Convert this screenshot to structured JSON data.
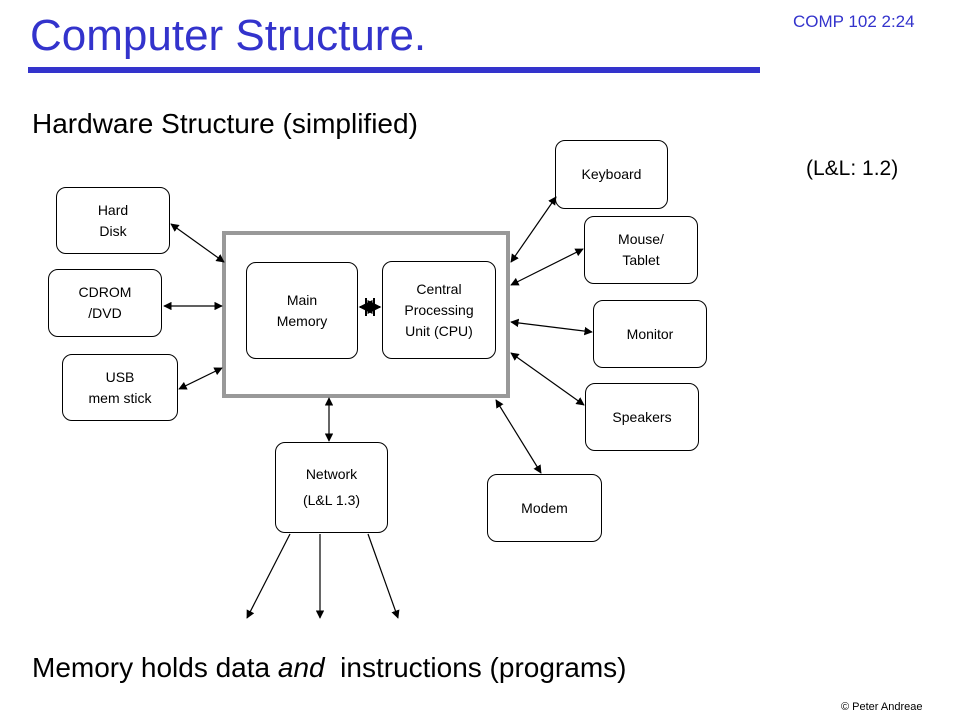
{
  "header": {
    "title": "Computer Structure.",
    "course_code": "COMP 102  2:24"
  },
  "subtitle": "Hardware Structure (simplified)",
  "reference": "(L&L: 1.2)",
  "diagram": {
    "hard_disk": "Hard\nDisk",
    "cdrom": "CDROM\n/DVD",
    "usb": "USB\nmem stick",
    "main_memory": "Main\nMemory",
    "cpu": "Central\nProcessing\nUnit (CPU)",
    "network": "Network\n(L&L 1.3)",
    "modem": "Modem",
    "keyboard": "Keyboard",
    "mouse": "Mouse/\nTablet",
    "monitor": "Monitor",
    "speakers": "Speakers"
  },
  "footer": {
    "before": "Memory holds data ",
    "emphasis": "and",
    "after": "  instructions (programs)",
    "copyright": "© Peter Andreae"
  }
}
